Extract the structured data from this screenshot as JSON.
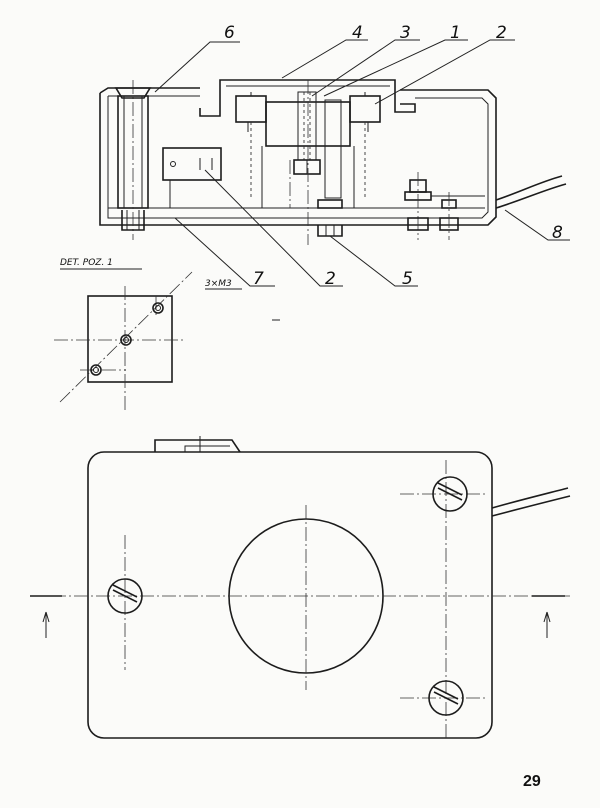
{
  "labels": {
    "c1": "1",
    "c2a": "2",
    "c3": "3",
    "c4": "4",
    "c6": "6",
    "c2b": "2",
    "c5": "5",
    "c7": "7",
    "c8": "8"
  },
  "detail": {
    "title": "DET. POZ. 1",
    "holes": "3×M3"
  },
  "page_number": "29"
}
